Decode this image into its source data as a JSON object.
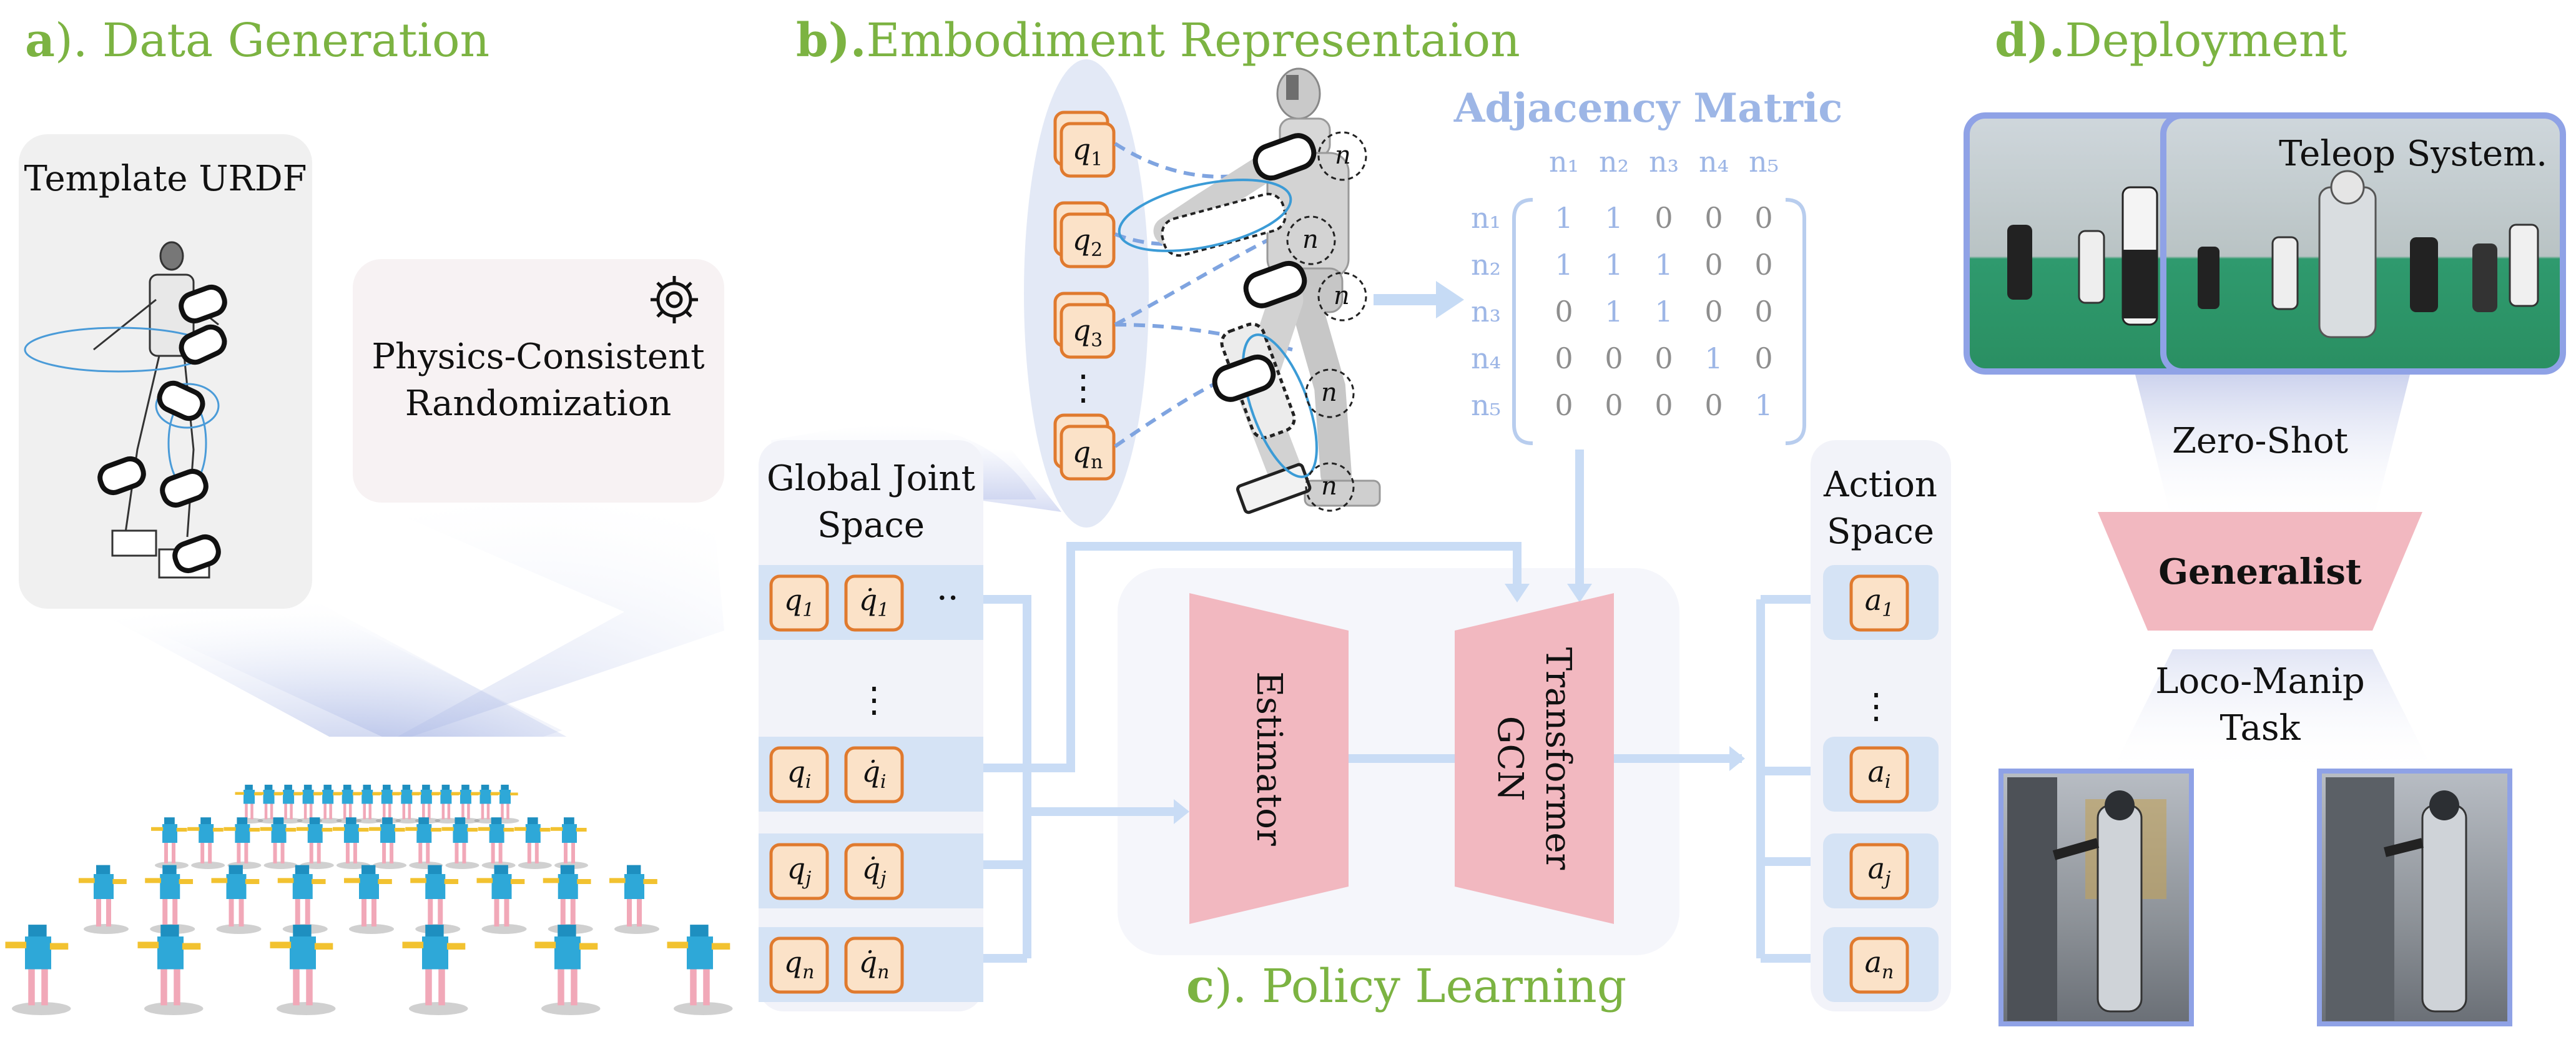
{
  "panels": {
    "a": {
      "prefix": "a",
      "title": "). Data Generation"
    },
    "b": {
      "prefix": "b).",
      "title": "Embodiment Representaion"
    },
    "c": {
      "prefix": "c",
      "title": "). Policy Learning"
    },
    "d": {
      "prefix": "d).",
      "title": "Deployment"
    }
  },
  "data_generation": {
    "template_label": "Template URDF",
    "randomization_line1": "Physics-Consistent",
    "randomization_line2": "Randomization",
    "gear_icon": "gear-icon"
  },
  "joint_chain": {
    "q1": "q",
    "q1_sub": "1",
    "q2": "q",
    "q2_sub": "2",
    "q3": "q",
    "q3_sub": "3",
    "vdots": "⋮",
    "qn": "q",
    "qn_sub": "n"
  },
  "robot_nodes": [
    "n",
    "n",
    "n",
    "n",
    "n"
  ],
  "adjacency": {
    "title": "Adjacency Matric",
    "cols": [
      "n₁",
      "n₂",
      "n₃",
      "n₄",
      "n₅"
    ],
    "rows": [
      {
        "label": "n₁",
        "values": [
          "1",
          "1",
          "0",
          "0",
          "0"
        ],
        "hi": [
          true,
          true,
          false,
          false,
          false
        ]
      },
      {
        "label": "n₂",
        "values": [
          "1",
          "1",
          "1",
          "0",
          "0"
        ],
        "hi": [
          true,
          true,
          true,
          false,
          false
        ]
      },
      {
        "label": "n₃",
        "values": [
          "0",
          "1",
          "1",
          "0",
          "0"
        ],
        "hi": [
          false,
          true,
          true,
          false,
          false
        ]
      },
      {
        "label": "n₄",
        "values": [
          "0",
          "0",
          "0",
          "1",
          "0"
        ],
        "hi": [
          false,
          false,
          false,
          true,
          false
        ]
      },
      {
        "label": "n₅",
        "values": [
          "0",
          "0",
          "0",
          "0",
          "1"
        ],
        "hi": [
          false,
          false,
          false,
          false,
          true
        ]
      }
    ]
  },
  "global_joint_space": {
    "title_line1": "Global Joint",
    "title_line2": "Space",
    "rows": [
      {
        "q": "q",
        "sub": "1",
        "dq": "q̇",
        "dsub": "1",
        "extra": "··"
      },
      {
        "q": "q",
        "sub": "i",
        "dq": "q̇",
        "dsub": "i",
        "extra": ""
      },
      {
        "q": "q",
        "sub": "j",
        "dq": "q̇",
        "dsub": "j",
        "extra": ""
      },
      {
        "q": "q",
        "sub": "n",
        "dq": "q̇",
        "dsub": "n",
        "extra": ""
      }
    ],
    "vdots": "⋮"
  },
  "policy": {
    "estimator": "Estimator",
    "gcn_line1": "GCN",
    "gcn_line2": "Transformer"
  },
  "action_space": {
    "title_line1": "Action",
    "title_line2": "Space",
    "items": [
      {
        "a": "a",
        "sub": "1"
      },
      {
        "a": "a",
        "sub": "i"
      },
      {
        "a": "a",
        "sub": "j"
      },
      {
        "a": "a",
        "sub": "n"
      }
    ],
    "vdots": "⋮"
  },
  "deployment": {
    "teleop_label": "Teleop System.",
    "zero_shot": "Zero-Shot",
    "generalist": "Generalist",
    "task_line1": "Loco-Manip",
    "task_line2": "Task"
  },
  "colors": {
    "green": "#7cb342",
    "blue_light": "#dce7f6",
    "blue_line": "#bcd4f3",
    "pink": "#f2b8c0",
    "orange": "#e07a2e"
  }
}
